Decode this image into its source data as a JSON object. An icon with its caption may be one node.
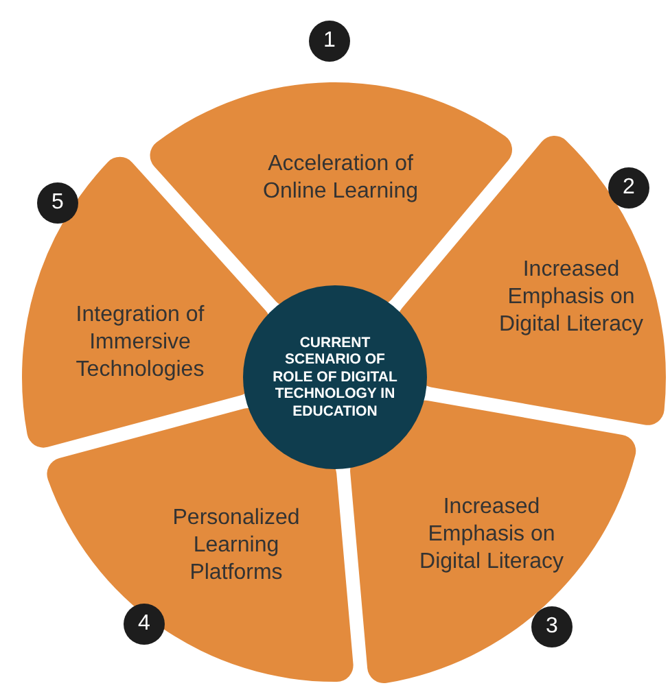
{
  "diagram": {
    "nodes": [
      {
        "text": [
          "CURRENT SCENARIO OF ROLE OF DIGITAL TECHNOLOGY IN EDUCATION"
        ]
      },
      {
        "text": [
          "Acceleration of Online Learning"
        ],
        "beside": [
          "1"
        ]
      },
      {
        "text": [
          "Increased Emphasis on Digital Literacy"
        ],
        "beside": [
          "2"
        ]
      },
      {
        "text": [
          "Increased Emphasis on Digital Literacy"
        ],
        "beside": [
          "3"
        ]
      },
      {
        "text": [
          "Personalized Learning Platforms"
        ],
        "beside": [
          "4"
        ]
      },
      {
        "text": [
          "Integration of Immersive Technologies"
        ],
        "beside": [
          "5"
        ]
      }
    ]
  }
}
